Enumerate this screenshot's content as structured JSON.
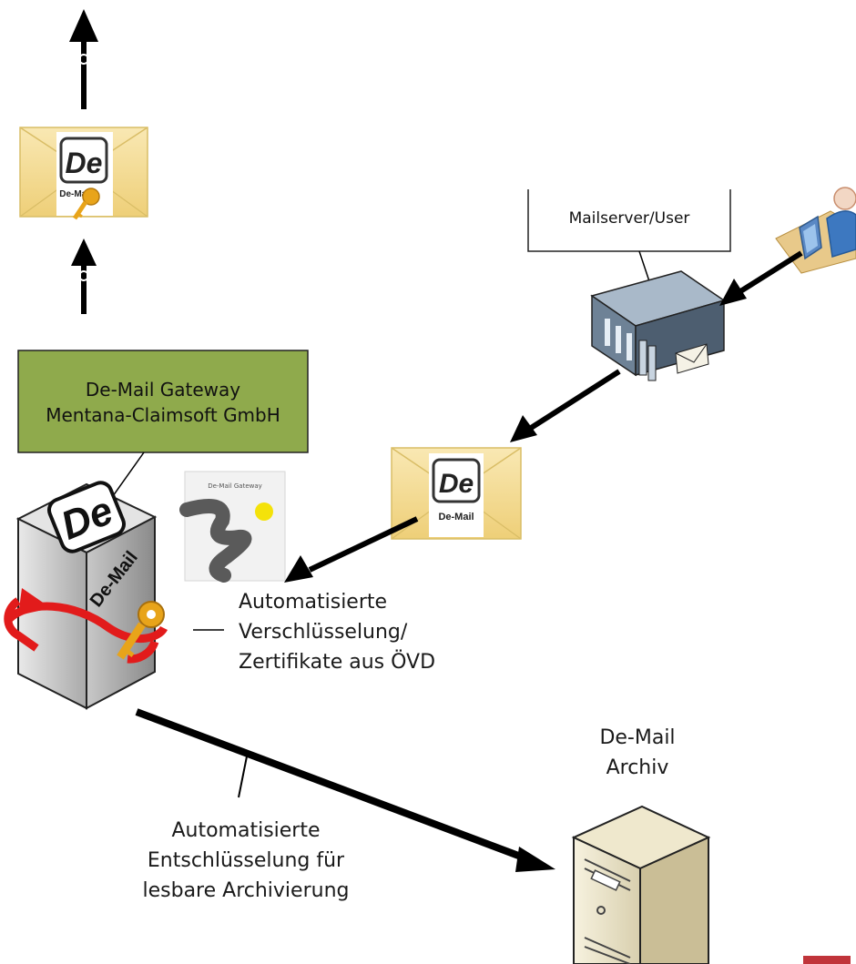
{
  "nodes": {
    "mailserver": {
      "label": "Mailserver/User"
    },
    "gateway": {
      "line1": "De-Mail Gateway",
      "line2": "Mentana-Claimsoft GmbH"
    },
    "encryption": {
      "line1": "Automatisierte",
      "line2": "Verschlüsselung/",
      "line3": "Zertifikate aus ÖVD"
    },
    "archive": {
      "line1": "De-Mail",
      "line2": "Archiv"
    },
    "decryption": {
      "line1": "Automatisierte",
      "line2": "Entschlüsselung für",
      "line3": "lesbare Archivierung"
    }
  },
  "envelopes": {
    "logo": "De",
    "caption": "De-Mail",
    "icon_names": [
      "envelope-icon",
      "de-mail-logo-icon",
      "key-icon"
    ]
  },
  "gateway_badge": {
    "title": "De-Mail Gateway",
    "icon": "gateway-logo-icon"
  },
  "tower": {
    "logo": "De",
    "caption": "De-Mail",
    "icon": "de-mail-box-icon"
  },
  "colors": {
    "gateway_box": "#8faa4c",
    "envelope": "#f3dc94",
    "arrow": "#000000",
    "circular_arrow": "#e21b1b",
    "key": "#e8a41a",
    "server": "#5a6f85",
    "accent_bar": "#c0343a"
  }
}
